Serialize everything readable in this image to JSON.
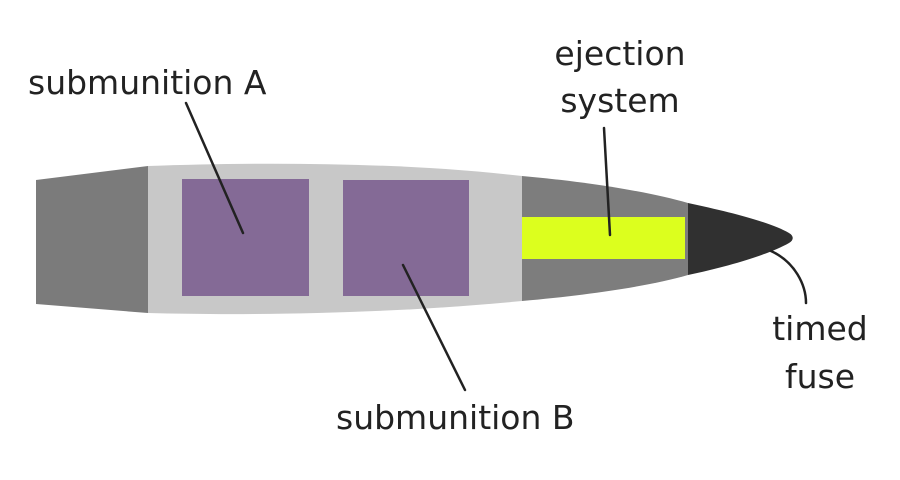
{
  "labels": {
    "submunition_a": "submunition A",
    "submunition_b": "submunition B",
    "ejection_line1": "ejection",
    "ejection_line2": "system",
    "fuse_line1": "timed",
    "fuse_line2": "fuse"
  },
  "colors": {
    "tail": "#7b7b7b",
    "body": "#c8c8c8",
    "submunition": "#846a96",
    "forward_section": "#7d7d7d",
    "ejection_charge": "#dcff1e",
    "fuse": "#303030",
    "text": "#222222"
  }
}
